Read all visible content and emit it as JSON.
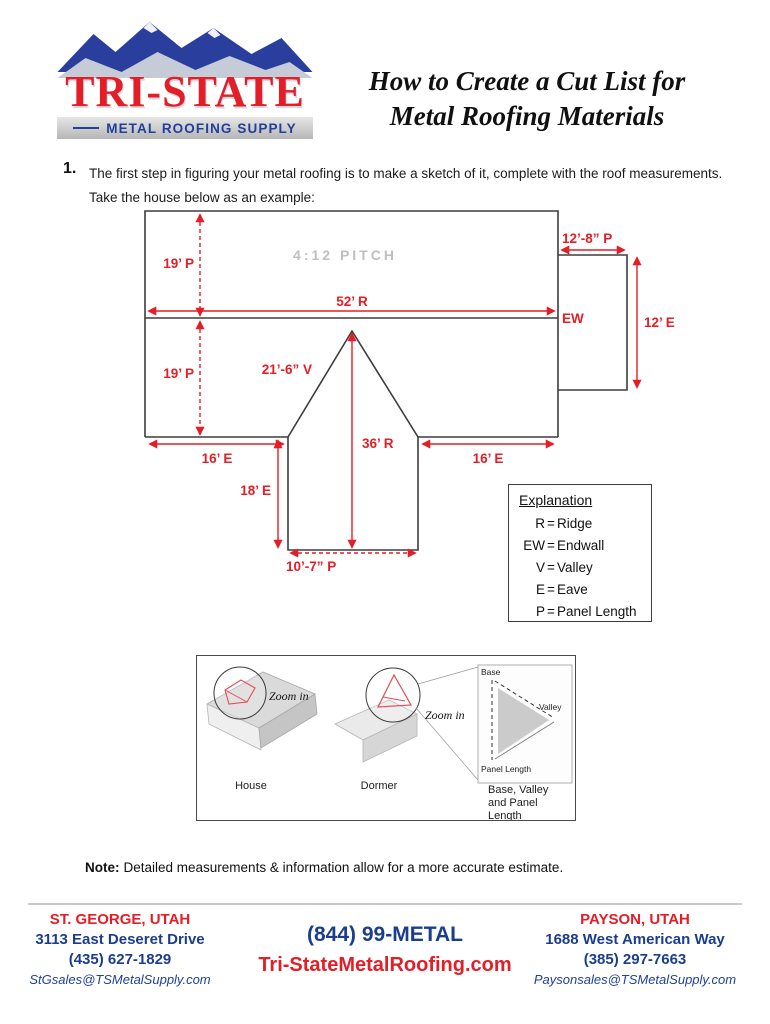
{
  "header": {
    "logo": {
      "wordmark": "TRI-STATE",
      "tagline": "METAL ROOFING SUPPLY"
    },
    "title_line1": "How to Create a Cut List for",
    "title_line2": "Metal Roofing Materials"
  },
  "step1": {
    "number": "1.",
    "line1": "The first step in figuring your metal roofing is to make a sketch of it, complete with the roof measurements.",
    "line2": "Take the house below as an example:"
  },
  "diagram": {
    "pitch": "4:12 PITCH",
    "dims": {
      "p19_top": "19’ P",
      "r52": "52’ R",
      "p19_bottom": "19’ P",
      "v21_6": "21’-6” V",
      "r36": "36’ R",
      "e16_left": "16’ E",
      "e16_right": "16’ E",
      "e18": "18’ E",
      "p10_7": "10’-7” P",
      "p12_8": "12’-8” P",
      "e12": "12’ E",
      "ew": "EW"
    },
    "explanation": {
      "title": "Explanation",
      "eq": "=",
      "items": [
        {
          "abbr": "R",
          "term": "Ridge"
        },
        {
          "abbr": "EW",
          "term": "Endwall"
        },
        {
          "abbr": "V",
          "term": "Valley"
        },
        {
          "abbr": "E",
          "term": "Eave"
        },
        {
          "abbr": "P",
          "term": "Panel Length"
        }
      ]
    }
  },
  "illustration": {
    "zoom_house": "Zoom in",
    "zoom_dormer": "Zoom in",
    "detail_labels": {
      "base": "Base",
      "valley": "Valley",
      "panel_length": "Panel Length"
    },
    "captions": {
      "house": "House",
      "dormer": "Dormer",
      "detail_line1": "Base, Valley",
      "detail_line2": "and Panel",
      "detail_line3": "Length"
    }
  },
  "note": {
    "label": "Note:",
    "text": "Detailed measurements & information allow for a more accurate estimate."
  },
  "footer": {
    "left": {
      "city": "ST. GEORGE, UTAH",
      "address": "3113 East Deseret Drive",
      "phone": "(435) 627-1829",
      "email": "StGsales@TSMetalSupply.com"
    },
    "center": {
      "phone": "(844) 99-METAL",
      "website": "Tri-StateMetalRoofing.com"
    },
    "right": {
      "city": "PAYSON, UTAH",
      "address": "1688 West American Way",
      "phone": "(385) 297-7663",
      "email": "Paysonsales@TSMetalSupply.com"
    }
  },
  "colors": {
    "brand_red": "#e31e26",
    "brand_blue": "#21409a",
    "pitch_gray": "#bfbfbf"
  }
}
